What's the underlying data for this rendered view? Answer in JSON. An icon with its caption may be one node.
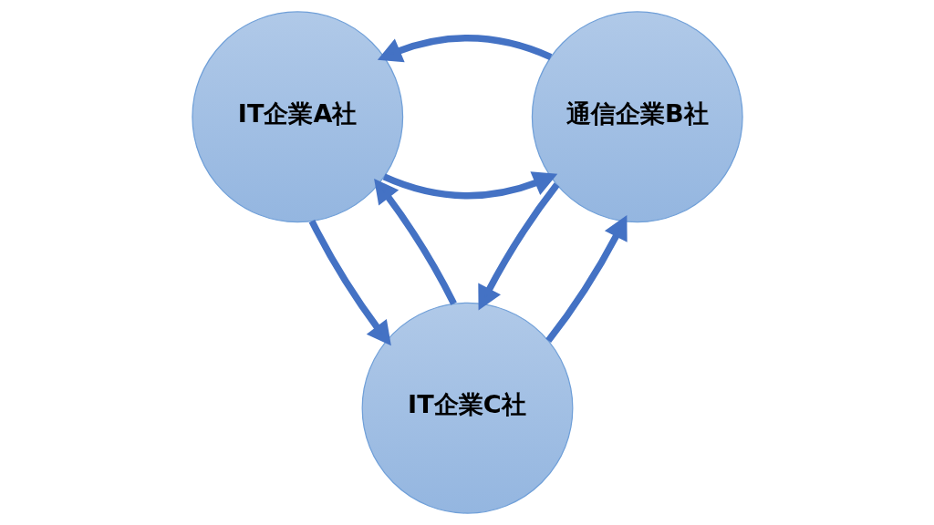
{
  "diagram": {
    "nodes": [
      {
        "text": [
          "IT企業A社"
        ]
      },
      {
        "text": [
          "通信企業B社"
        ]
      },
      {
        "text": [
          "IT企業C社"
        ]
      }
    ],
    "edges": [
      {
        "from": 0,
        "to": 1,
        "arrow": "to"
      },
      {
        "from": 1,
        "to": 0,
        "arrow": "to"
      },
      {
        "from": 0,
        "to": 2,
        "arrow": "to"
      },
      {
        "from": 2,
        "to": 0,
        "arrow": "to"
      },
      {
        "from": 2,
        "to": 1,
        "arrow": "to"
      },
      {
        "from": 1,
        "to": 2,
        "arrow": "to"
      }
    ]
  }
}
